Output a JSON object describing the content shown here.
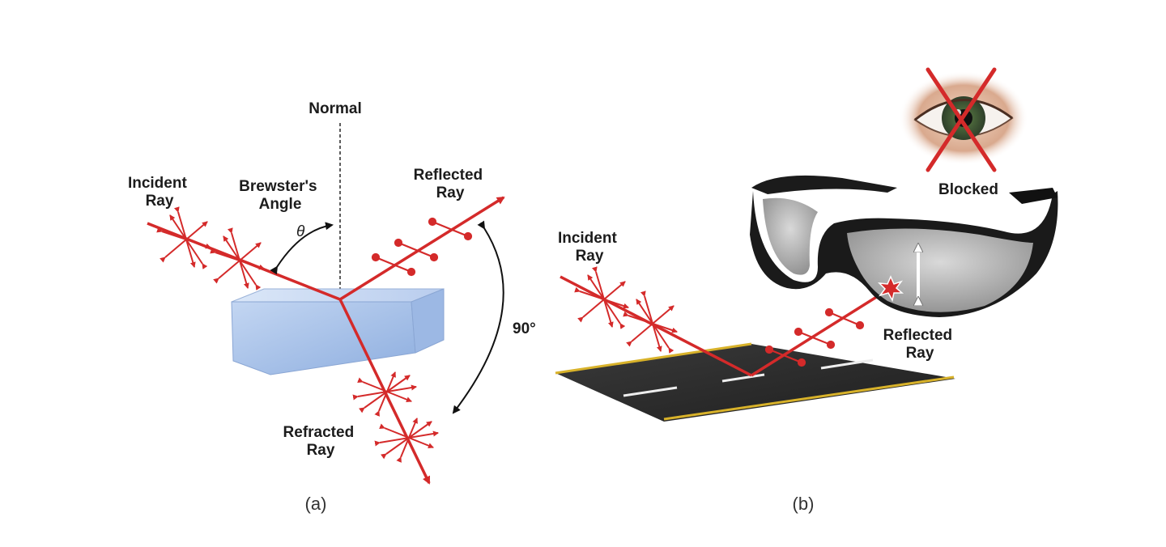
{
  "panel_a": {
    "normal": "Normal",
    "incident": [
      "Incident",
      "Ray"
    ],
    "brewster": [
      "Brewster's",
      "Angle"
    ],
    "theta": "θ",
    "reflected": [
      "Reflected",
      "Ray"
    ],
    "refracted": [
      "Refracted",
      "Ray"
    ],
    "right_angle": "90°",
    "caption": "(a)"
  },
  "panel_b": {
    "incident": [
      "Incident",
      "Ray"
    ],
    "reflected": [
      "Reflected",
      "Ray"
    ],
    "blocked": "Blocked",
    "caption": "(b)"
  },
  "colors": {
    "ray": "#d42a2a",
    "glass": "#a9c4ea",
    "road": "#2b2b2b",
    "road_line": "#d8b22a"
  },
  "icons": [
    "eye-icon",
    "cross-icon",
    "sunglasses-icon"
  ]
}
